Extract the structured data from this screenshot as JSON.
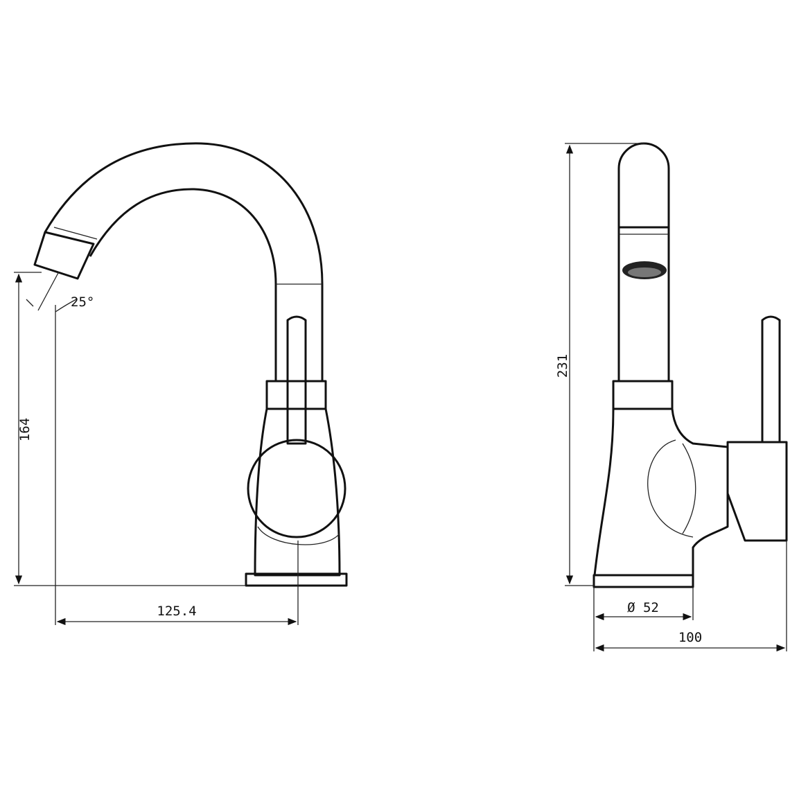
{
  "front_view": {
    "height_label": "164",
    "reach_label": "125.4",
    "angle_label": "25°"
  },
  "side_view": {
    "height_label": "231",
    "base_diameter_label": "Ø 52",
    "depth_label": "100"
  },
  "colors": {
    "line": "#111111",
    "background": "#ffffff"
  }
}
